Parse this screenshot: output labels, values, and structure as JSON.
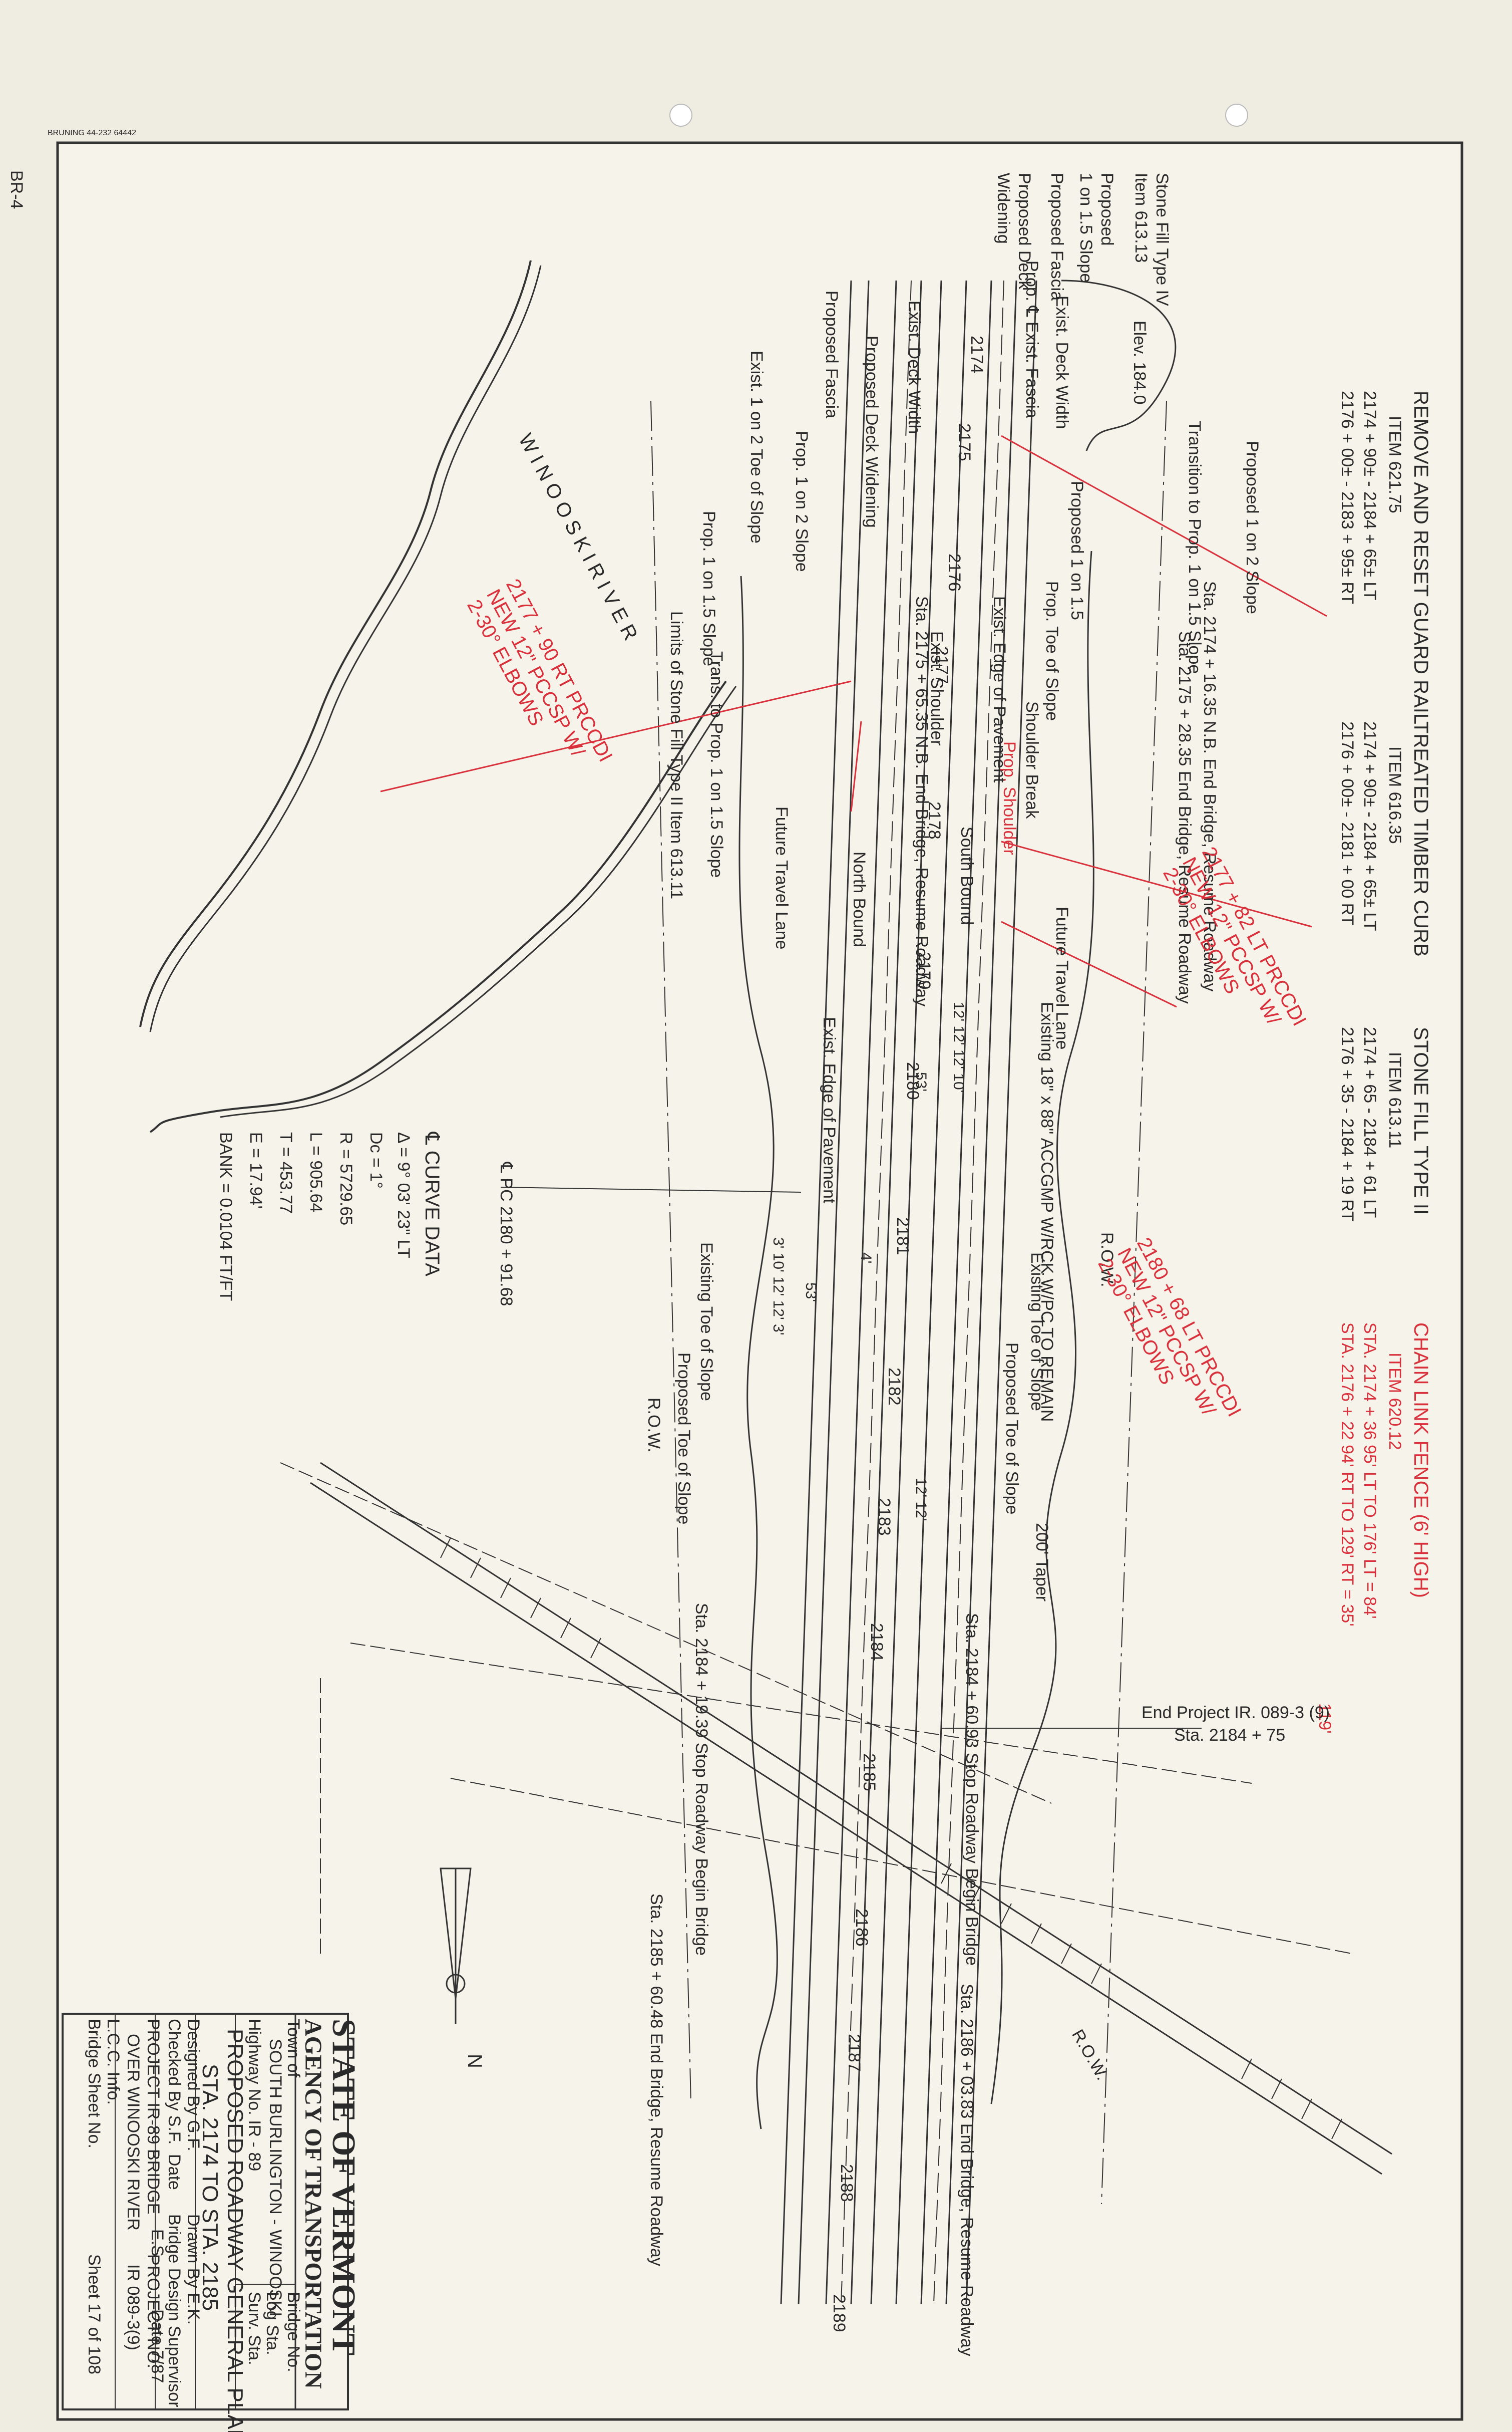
{
  "corner": {
    "ref": "BRUNING 44-232 64442",
    "mark": "BR-4"
  },
  "tables": {
    "guard_rail": {
      "title": "REMOVE AND RESET GUARD RAIL",
      "item": "ITEM 621.75",
      "line1": "2174 + 90± - 2184 + 65± LT",
      "line2": "2176 + 00± - 2183 + 95± RT"
    },
    "timber_curb": {
      "title": "TREATED TIMBER CURB",
      "item": "ITEM 616.35",
      "line1": "2174 + 90± - 2184 + 65± LT",
      "line2": "2176 + 00± - 2181 + 00 RT"
    },
    "stone_fill": {
      "title": "STONE FILL TYPE II",
      "item": "ITEM 613.11",
      "line1": "2174 + 65 - 2184 + 61 LT",
      "line2": "2176 + 35 - 2184 + 19 RT"
    },
    "chain_fence": {
      "title": "CHAIN LINK FENCE (6' HIGH)",
      "item": "ITEM 620.12",
      "line1": "STA. 2174 + 36  95' LT  TO  176' LT = 84'",
      "line2": "STA. 2176 + 22  94' RT  TO  129' RT = 35'",
      "total": "119'"
    }
  },
  "left_notes": [
    "Stone Fill Type IV",
    "Item 613.13",
    "Proposed",
    "1 on 1.5 Slope",
    "Proposed Fascia",
    "Proposed Deck",
    "Widening"
  ],
  "labels": {
    "elev": "Elev. 184.0",
    "exist_deck_width": "Exist. Deck Width",
    "prop_exist_fascia": "Prop. ℄ Exist. Fascia",
    "proposed_fascia": "Proposed Fascia",
    "exist_deck_width2": "Exist. Deck Width",
    "proposed_deck_widening": "Proposed Deck Widening",
    "exist_1on2": "Exist. 1 on 2 Toe of Slope",
    "prop_1on2": "Prop. 1 on 2 Slope",
    "prop_1on15": "Prop. 1 on 1.5 Slope",
    "trans_to_prop": "Transition to Prop. 1 on 1.5 Slope",
    "proposed_1on2": "Proposed 1 on 2 Slope",
    "proposed_1on15": "Proposed 1 on 1.5",
    "prop_toe": "Prop. Toe of Slope",
    "exist_edge_pav": "Exist. Edge of Pavement",
    "exist_shoulder": "Exist. Shoulder",
    "shoulder_break": "Shoulder Break",
    "prop_shoulder": "Prop. Shoulder",
    "south_bound": "South Bound",
    "north_bound": "North Bound",
    "future_travel_lane": "Future Travel Lane",
    "future_travel_lane2": "Future Travel Lane",
    "existing_pipe": "Existing 18\" x 88\" ACCGMP W/RCK W/PC TO REMAIN",
    "exist_edge_pav2": "Exist. Edge of Pavement",
    "limits_stone": "Limits of Stone Fill Type II Item 613.11",
    "trans_prop2": "Trans. to Prop. 1 on 1.5 Slope",
    "sta_2174": "Sta. 2174 + 16.35 N.B. End Bridge, Resume Roadway",
    "sta_2175": "Sta. 2175 + 28.35 End Bridge, Resume Roadway",
    "sta_2175b": "Sta. 2175 + 65.35 N.B. End Bridge, Resume Roadway",
    "pc": "℄ PC 2180 + 91.68",
    "existing_toe": "Existing Toe of Slope",
    "existing_toe2": "Existing Toe of Slope",
    "proposed_toe": "Proposed Toe of Slope",
    "proposed_toe2": "Proposed Toe of Slope",
    "taper": "200' Taper",
    "sta_2184_60": "Sta. 2184 + 60.93 Stop Roadway Begin Bridge",
    "sta_2184_19": "Sta. 2184 + 19.39 Stop Roadway Begin Bridge",
    "end_project": "End Project IR. 089-3 (9)",
    "end_project_sta": "Sta. 2184 + 75",
    "sta_2185": "Sta. 2185 + 60.48 End Bridge, Resume Roadway",
    "sta_2186": "Sta. 2186 + 03.83 End Bridge, Resume Roadway",
    "row": "R.O.W.",
    "river": "W I N O O S K I    R I V E R",
    "north": "N",
    "dims_a": "12'  12'  12'  10'",
    "dims_b": "53'",
    "dims_c": "3'  10'  12'  12'  3'",
    "dims_d": "53'",
    "dims_e": "12'  12'",
    "dims_f": "4'"
  },
  "stations": [
    "2174",
    "2175",
    "2176",
    "2177",
    "2178",
    "2179",
    "2180",
    "2181",
    "2182",
    "2183",
    "2184",
    "2185",
    "2186",
    "2187",
    "2188",
    "2189"
  ],
  "curve": {
    "title": "℄ CURVE DATA",
    "delta": "Δ = 9° 03' 23\" LT",
    "dc": "Dc = 1°",
    "r": "R = 5729.65",
    "l": "L = 905.64",
    "t": "T = 453.77",
    "e": "E = 17.94'",
    "bank": "BANK = 0.0104 FT/FT"
  },
  "red_notes": {
    "n1": "2177 + 90 RT PRCCDI",
    "n1b": "NEW 12\" PCCSP W/",
    "n1c": "2-30° ELBOWS",
    "n2": "2177 + 82 LT PRCCDI",
    "n2b": "NEW 12\" PCCSP W/",
    "n2c": "2-30° ELBOWS",
    "n3": "2180 + 68 LT PRCCDI",
    "n3b": "NEW 12\" PCCSP W/",
    "n3c": "2-30° ELBOWS"
  },
  "title_block": {
    "state": "STATE OF VERMONT",
    "agency": "AGENCY OF TRANSPORTATION",
    "town_label": "Town of",
    "town": "SOUTH BURLINGTON - WINOOSKI",
    "highway": "Highway No. IR - 89",
    "bridge_no_label": "Bridge No.",
    "log_sta_label": "Log Sta.",
    "surv_sta_label": "Surv. Sta.",
    "plan_title": "PROPOSED ROADWAY GENERAL PLAN",
    "plan_range": "STA. 2174  TO  STA. 2185",
    "designed": "Designed By G.F.",
    "drawn": "Drawn By E.K.",
    "checked": "Checked By S.F.",
    "date_label": "Date",
    "supervisor": "Bridge Design Supervisor",
    "supervisor_name": "E.S.",
    "date": "Date 7/87",
    "project_label": "PROJECT IR-89 BRIDGE",
    "project_desc": "OVER WINOOSKI RIVER",
    "project_no_label": "PROJECT NO.",
    "project_no": "IR 089-3(9)",
    "lcc": "L.C.C. Info.",
    "sheet_label": "Bridge Sheet No.",
    "sheet": "Sheet 17 of 108"
  }
}
